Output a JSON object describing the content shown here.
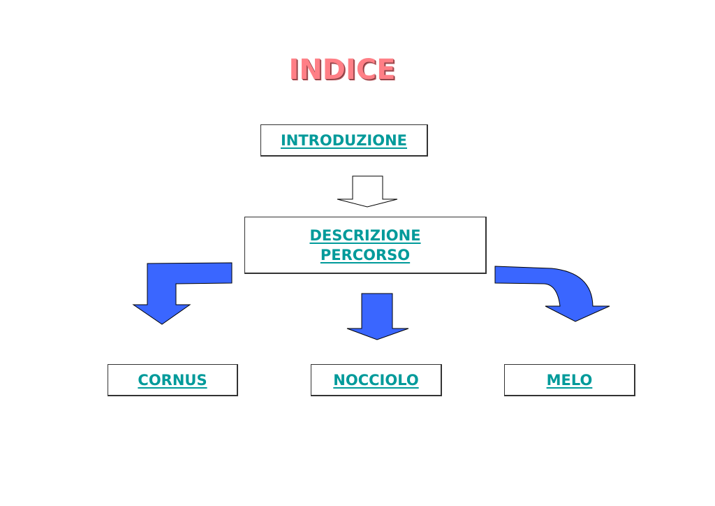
{
  "title": "INDICE",
  "nodes": {
    "introduzione": "INTRODUZIONE",
    "descrizione_line1": "DESCRIZIONE",
    "descrizione_line2": "PERCORSO",
    "cornus": "CORNUS",
    "nocciolo": "NOCCIOLO",
    "melo": "MELO"
  },
  "colors": {
    "title": "#ff7f86",
    "link": "#009a9a",
    "arrow_fill": "#3a66ff",
    "arrow_outline": "#000000"
  }
}
